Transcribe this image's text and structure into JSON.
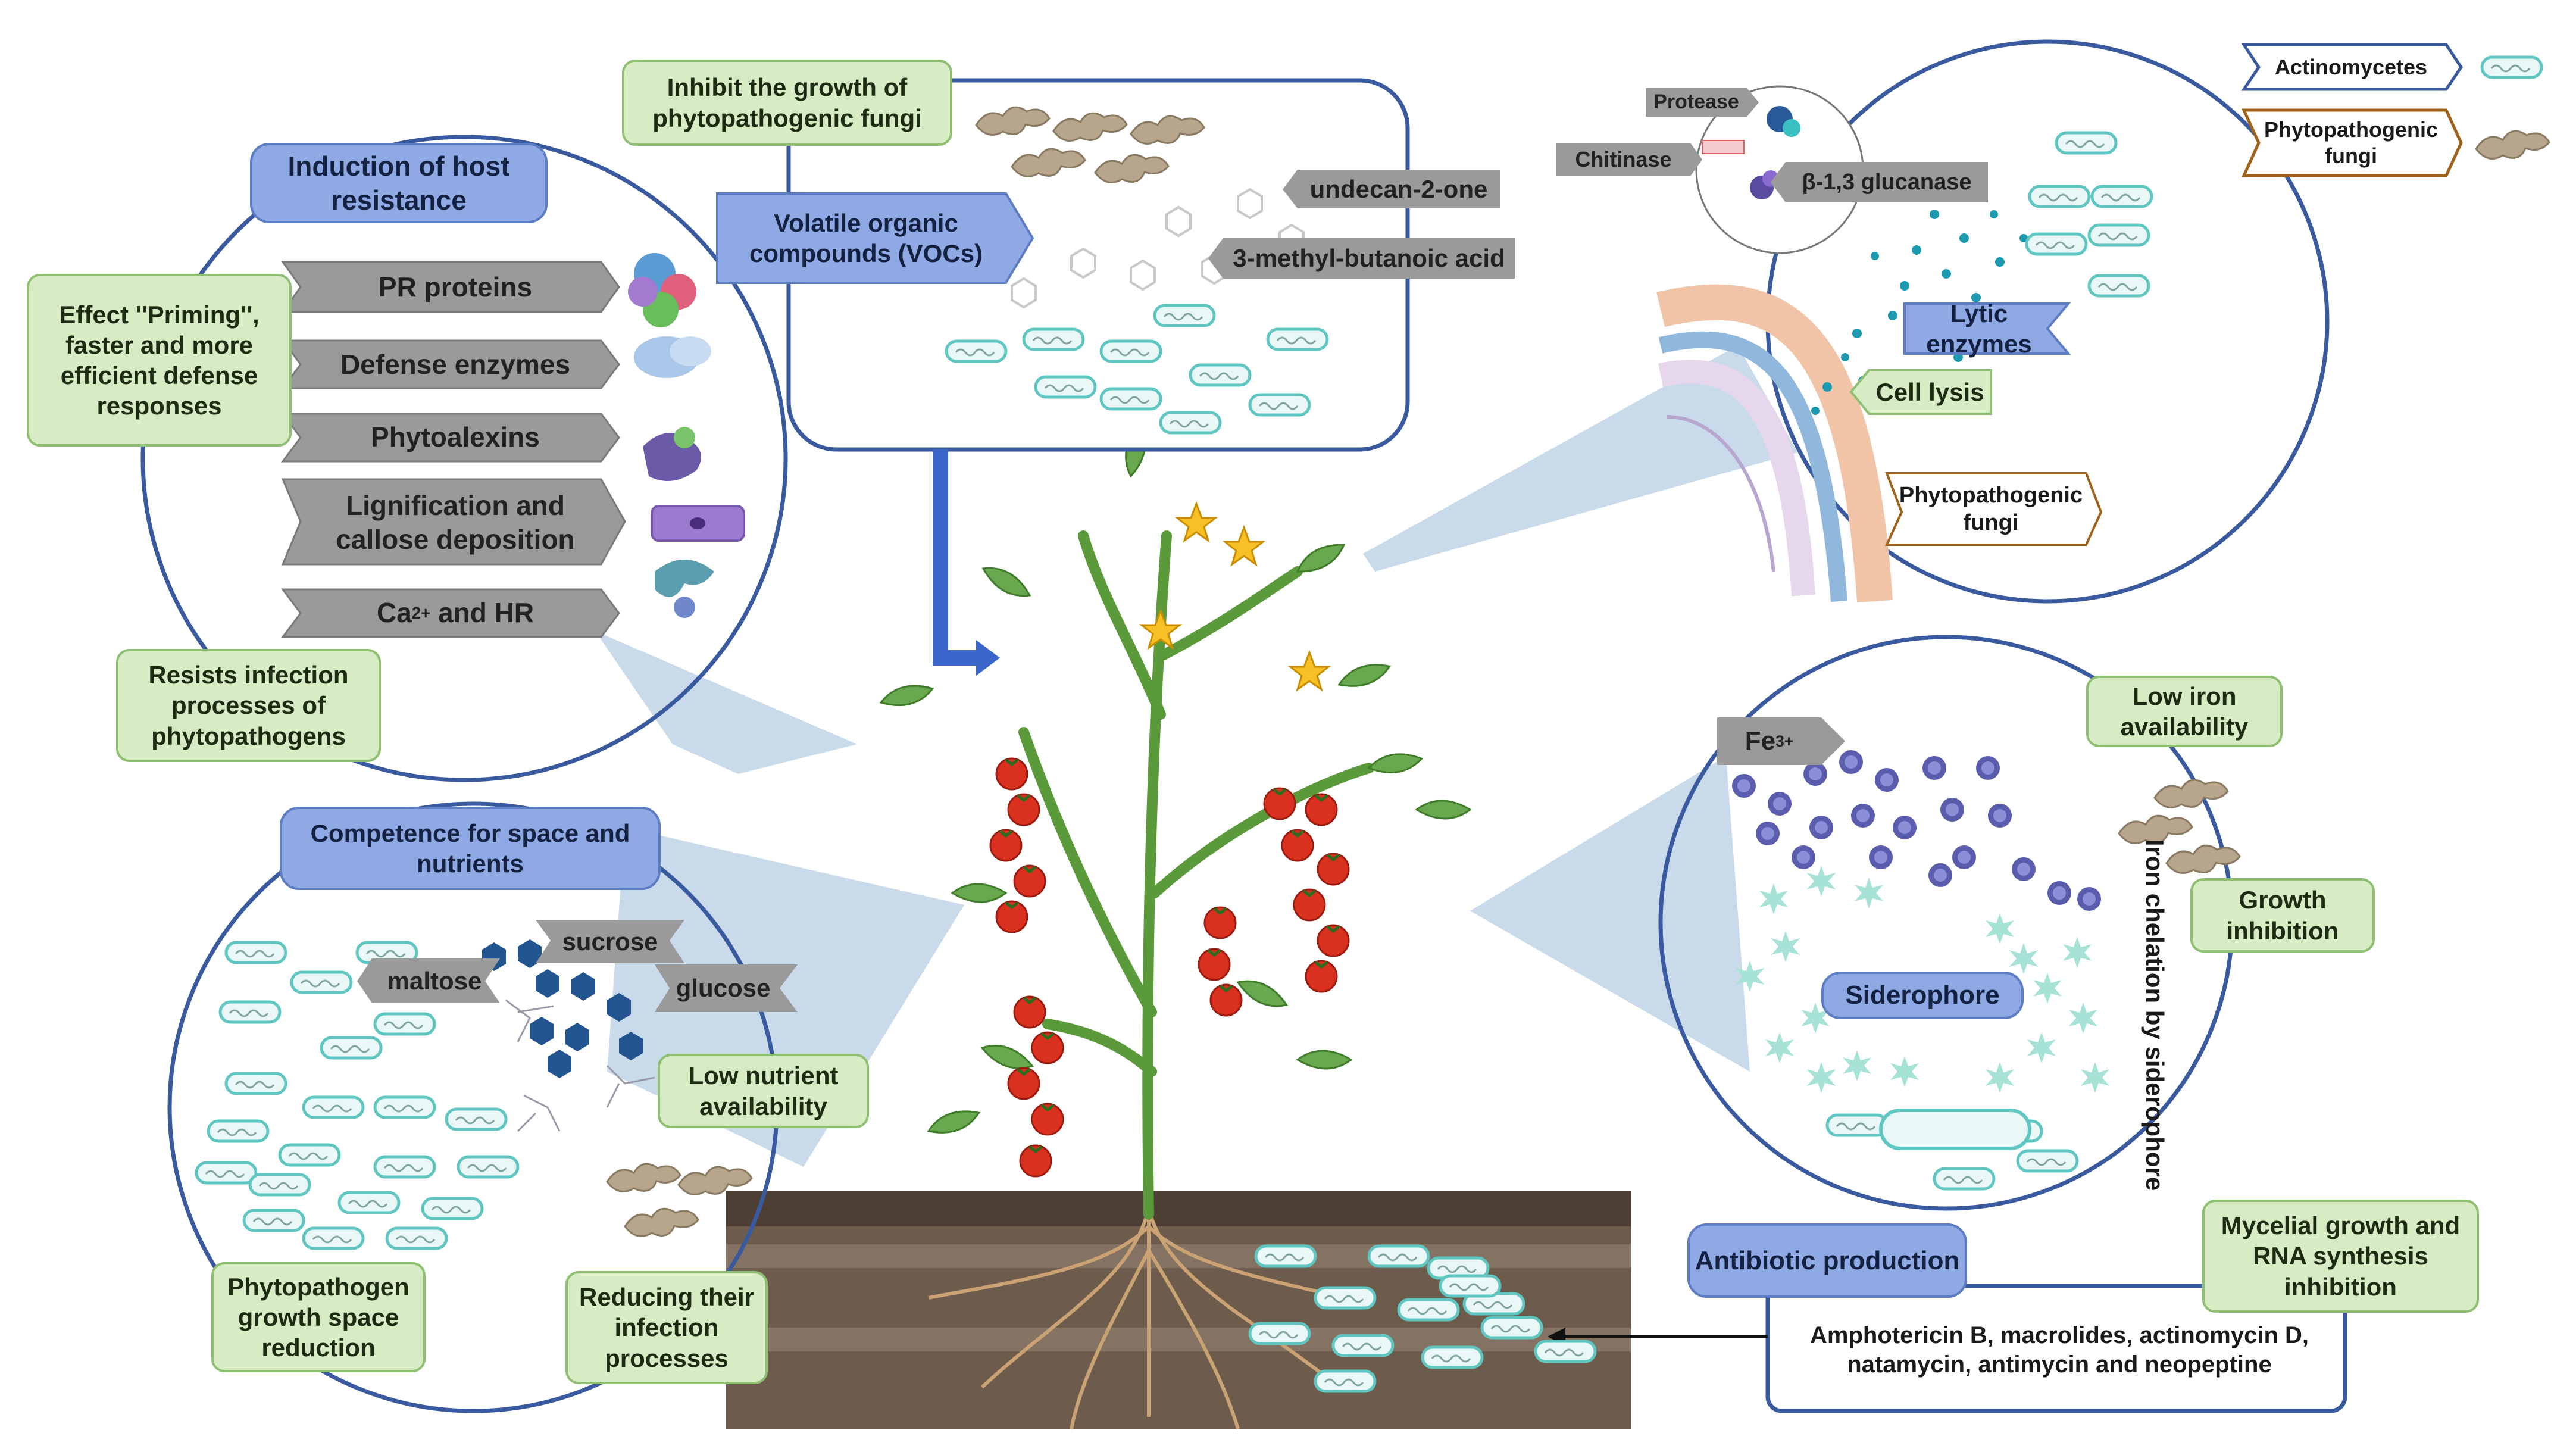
{
  "legend": {
    "actinomycetes": "Actinomycetes",
    "phytopathogenic_fungi": "Phytopathogenic fungi"
  },
  "host_resistance": {
    "title": "Induction of host resistance",
    "priming": "Effect ''Priming'', faster and more efficient defense responses",
    "items": [
      {
        "label": "PR proteins",
        "icon": "protein-cluster-icon"
      },
      {
        "label": "Defense enzymes",
        "icon": "enzyme-blob-icon"
      },
      {
        "label": "Phytoalexins",
        "icon": "phytoalexin-icon"
      },
      {
        "label": "Lignification and callose deposition",
        "icon": "cell-icon"
      },
      {
        "label_main": "Ca",
        "label_sup": "2+",
        "label_rest": " and HR",
        "icon": "calcium-channel-icon"
      }
    ],
    "resists": "Resists infection processes of phytopathogens"
  },
  "voc": {
    "inhibit": "Inhibit the growth of phytopathogenic fungi",
    "title": "Volatile organic compounds (VOCs)",
    "compounds": [
      "undecan-2-one",
      "3-methyl-butanoic acid"
    ]
  },
  "lytic": {
    "enzymes": [
      "Protease",
      "Chitinase",
      "β-1,3 glucanase"
    ],
    "lytic_enzymes": "Lytic enzymes",
    "cell_lysis": "Cell lysis",
    "fungi": "Phytopathogenic fungi"
  },
  "iron": {
    "fe_main": "Fe",
    "fe_sup": "3+",
    "low_iron": "Low iron availability",
    "growth_inhibition": "Growth inhibition",
    "siderophore": "Siderophore",
    "chelation": "Iron chelation by siderophore"
  },
  "competence": {
    "title": "Competence for space and nutrients",
    "sugars": [
      "sucrose",
      "maltose",
      "glucose"
    ],
    "low_nutrient": "Low nutrient availability",
    "space_reduction": "Phytopathogen growth space reduction",
    "reducing": "Reducing their infection processes"
  },
  "antibiotic": {
    "title": "Antibiotic production",
    "inhibition": "Mycelial growth and RNA synthesis inhibition",
    "list": "Amphotericin B, macrolides, actinomycin D, natamycin, antimycin and neopeptine"
  },
  "colors": {
    "circle_border": "#3a5aa0",
    "cone": "#bfd3e6",
    "green_box": "#d7ebc5",
    "blue_box": "#8ea9e3",
    "gray_arrow": "#9a9a9a",
    "bacteria": "#5fc6c1",
    "fungi": "#b7a58c",
    "soil": "#5a4a3c"
  }
}
